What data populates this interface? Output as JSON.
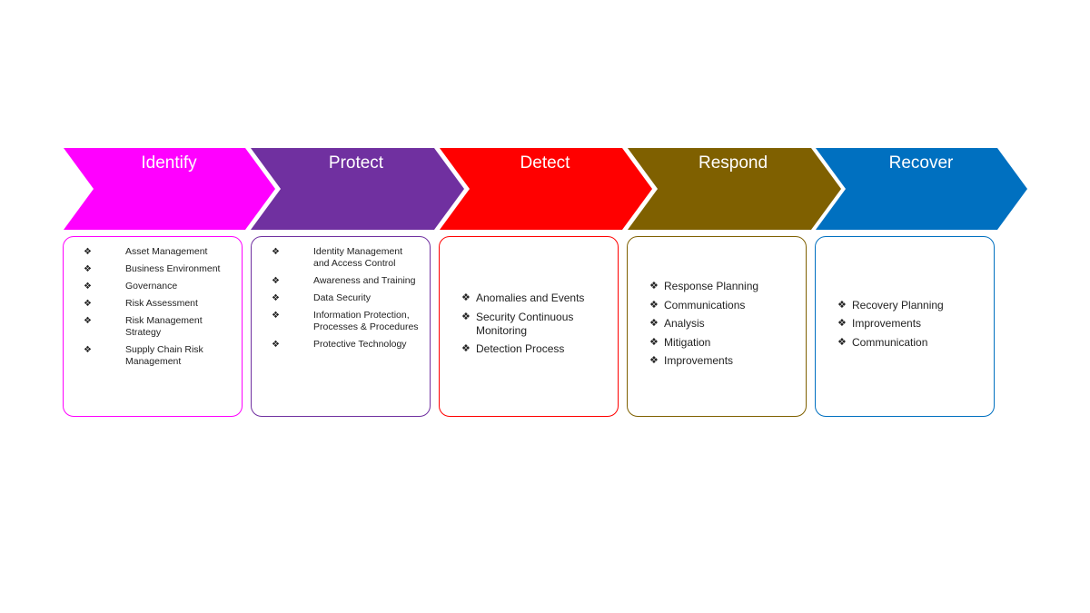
{
  "stages": [
    {
      "label": "Identify",
      "color": "#ff00ff",
      "items": [
        "Asset Management",
        "Business Environment",
        "Governance",
        "Risk Assessment",
        "Risk Management Strategy",
        "Supply Chain Risk Management"
      ]
    },
    {
      "label": "Protect",
      "color": "#7030a0",
      "items": [
        "Identity Management and Access Control",
        "Awareness and Training",
        "Data Security",
        "Information Protection, Processes & Procedures",
        "Protective Technology"
      ]
    },
    {
      "label": "Detect",
      "color": "#ff0000",
      "items": [
        "Anomalies and Events",
        "Security Continuous Monitoring",
        "Detection Process"
      ]
    },
    {
      "label": "Respond",
      "color": "#7f6000",
      "items": [
        "Response Planning",
        "Communications",
        "Analysis",
        "Mitigation",
        "Improvements"
      ]
    },
    {
      "label": "Recover",
      "color": "#0070c0",
      "items": [
        "Recovery Planning",
        "Improvements",
        "Communication"
      ]
    }
  ],
  "bullet_glyph": "❖"
}
